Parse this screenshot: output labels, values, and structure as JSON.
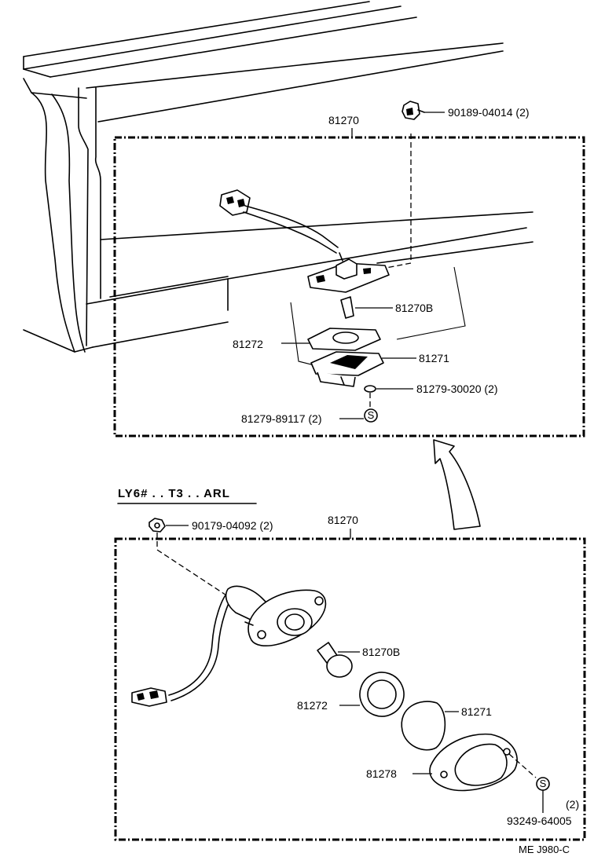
{
  "upper_section": {
    "assembly_label": "81270",
    "parts": {
      "screw": "90189-04014 (2)",
      "bulb": "81270B",
      "gasket": "81272",
      "lens": "81271",
      "nut": "81279-30020 (2)",
      "screw_s": "81279-89117 (2)"
    }
  },
  "lower_section": {
    "variant_label": "LY6# . . T3 . . ARL",
    "assembly_label": "81270",
    "parts": {
      "nut": "90179-04092 (2)",
      "bulb": "81270B",
      "gasket": "81272",
      "lens": "81271",
      "housing": "81278",
      "screw_qty": "(2)",
      "screw": "93249-64005"
    }
  },
  "symbol_s": "S",
  "footer_code": "ME  J980-C"
}
